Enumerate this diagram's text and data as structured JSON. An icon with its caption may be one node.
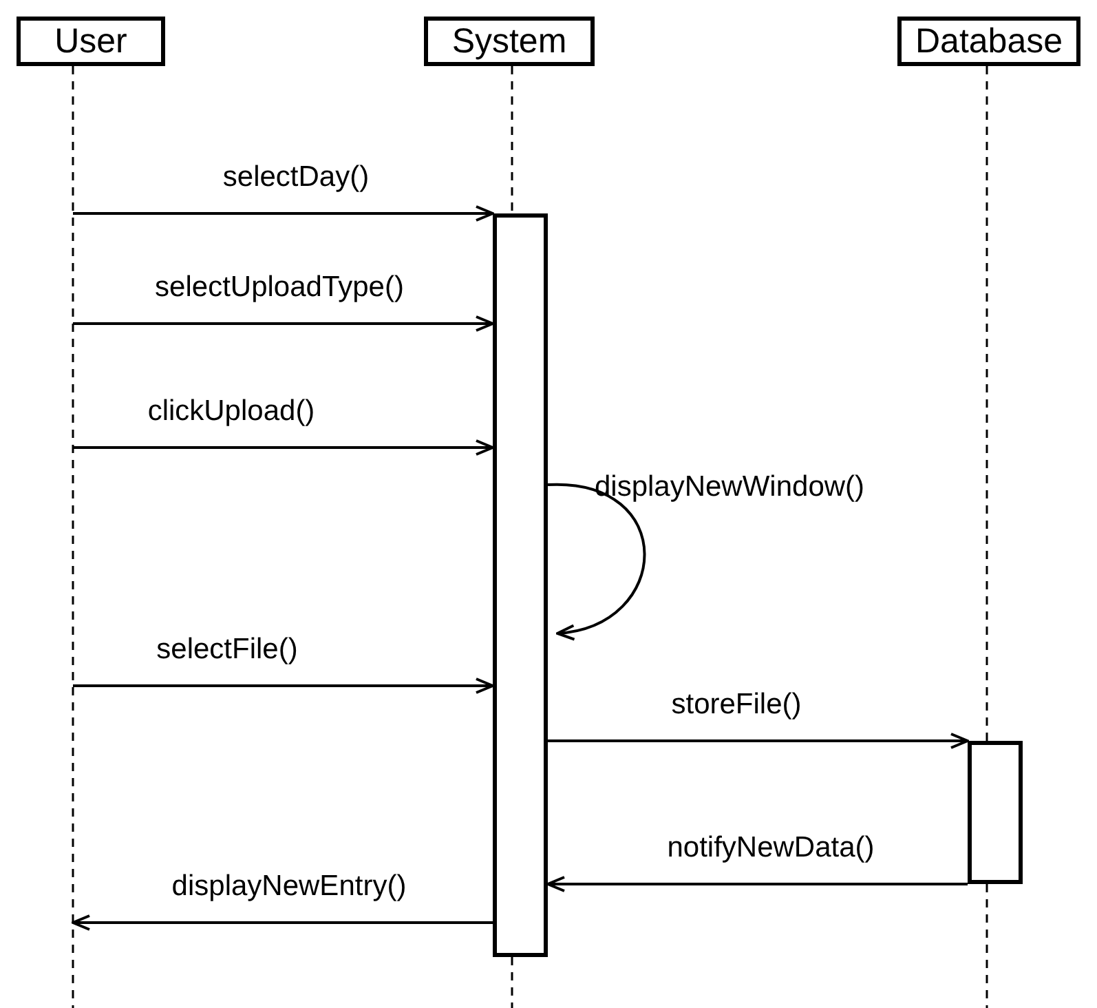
{
  "diagram": {
    "nodes": [
      {
        "text": [
          "User"
        ]
      },
      {
        "text": [
          "System"
        ]
      },
      {
        "text": [
          "Database"
        ]
      },
      {
        "text": [],
        "shape": "bar"
      },
      {
        "text": [],
        "shape": "bar"
      }
    ],
    "edges": [
      {
        "from": 0,
        "to": null,
        "arrow": "none",
        "style": "dashed"
      },
      {
        "from": 1,
        "to": 3,
        "arrow": "none",
        "style": "dashed"
      },
      {
        "from": 3,
        "to": null,
        "arrow": "none",
        "style": "dashed"
      },
      {
        "from": 2,
        "to": 4,
        "arrow": "none",
        "style": "dashed"
      },
      {
        "from": 4,
        "to": null,
        "arrow": "none",
        "style": "dashed"
      },
      {
        "from": null,
        "to": 3,
        "arrow": "to",
        "label": "selectDay()"
      },
      {
        "from": null,
        "to": 3,
        "arrow": "to",
        "label": "selectUploadType()"
      },
      {
        "from": null,
        "to": 3,
        "arrow": "to",
        "label": "clickUpload()"
      },
      {
        "from": 3,
        "to": 3,
        "arrow": "to",
        "label": "displayNewWindow()"
      },
      {
        "from": null,
        "to": 3,
        "arrow": "to",
        "label": "selectFile()"
      },
      {
        "from": 3,
        "to": 4,
        "arrow": "to",
        "label": "storeFile()"
      },
      {
        "from": 4,
        "to": 3,
        "arrow": "to",
        "label": "notifyNewData()"
      },
      {
        "from": 3,
        "to": null,
        "arrow": "to",
        "label": "displayNewEntry()"
      }
    ]
  }
}
